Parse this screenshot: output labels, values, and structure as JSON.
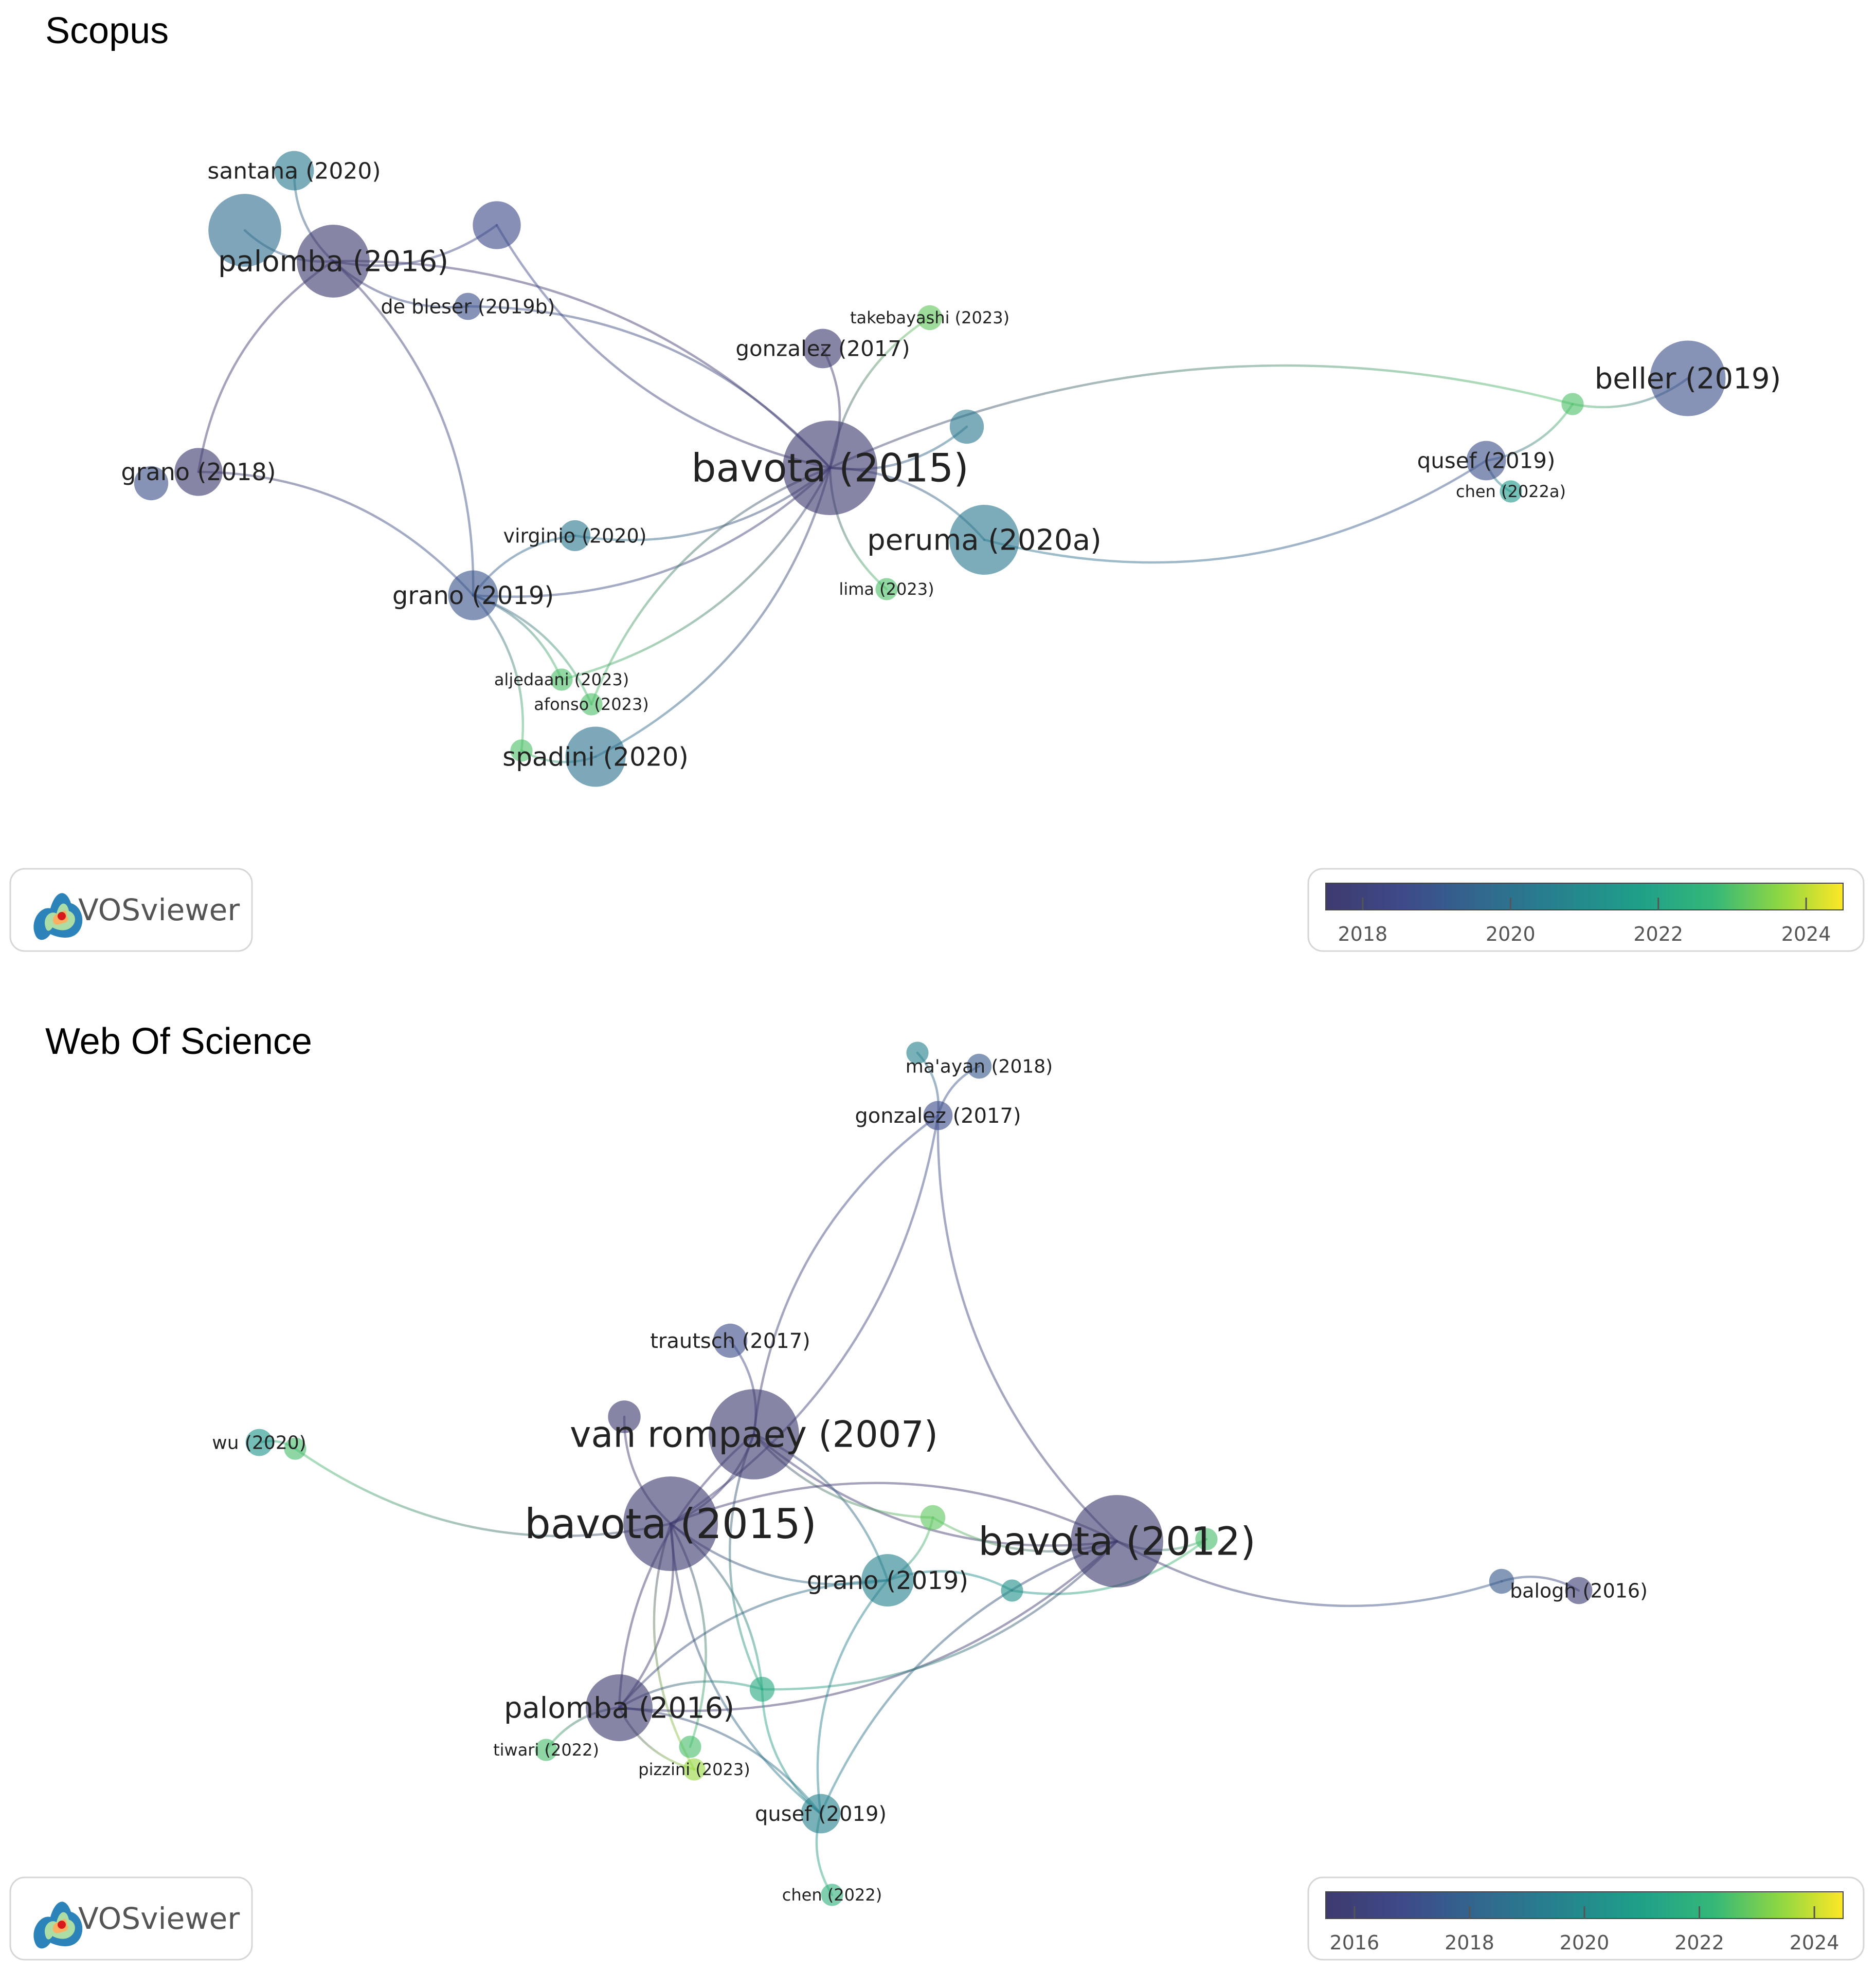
{
  "panels": [
    {
      "title": "Scopus",
      "logo_text": "VOSviewer",
      "colorbar_ticks": [
        "2018",
        "2020",
        "2022",
        "2024"
      ],
      "nodes": [
        {
          "id": "s_santana",
          "label": "santana (2020)",
          "year": 2020.3,
          "weight": 0.12
        },
        {
          "id": "s_palomba16",
          "label": "palomba (2016)",
          "year": 2016.2,
          "weight": 0.55
        },
        {
          "id": "s_deBleser",
          "label": "de bleser (2019b)",
          "year": 2018.8,
          "weight": 0.04
        },
        {
          "id": "s_gonzalez17",
          "label": "gonzalez (2017)",
          "year": 2017.2,
          "weight": 0.12
        },
        {
          "id": "s_takebayashi",
          "label": "takebayashi (2023)",
          "year": 2023.2,
          "weight": 0.03
        },
        {
          "id": "s_beller19",
          "label": "beller (2019)",
          "year": 2018.8,
          "weight": 0.6
        },
        {
          "id": "s_qusef19",
          "label": "qusef (2019)",
          "year": 2018.8,
          "weight": 0.12
        },
        {
          "id": "s_chen22a",
          "label": "chen (2022a)",
          "year": 2021.5,
          "weight": 0.02
        },
        {
          "id": "s_grano18",
          "label": "grano (2018)",
          "year": 2016.5,
          "weight": 0.2
        },
        {
          "id": "s_bavota15",
          "label": "bavota (2015)",
          "year": 2016.0,
          "weight": 1.0
        },
        {
          "id": "s_virginio",
          "label": "virginio (2020)",
          "year": 2020.2,
          "weight": 0.06
        },
        {
          "id": "s_peruma",
          "label": "peruma (2020a)",
          "year": 2020.2,
          "weight": 0.5
        },
        {
          "id": "s_lima",
          "label": "lima (2023)",
          "year": 2023.0,
          "weight": 0.02
        },
        {
          "id": "s_grano19",
          "label": "grano (2019)",
          "year": 2018.9,
          "weight": 0.22
        },
        {
          "id": "s_aljedaani",
          "label": "aljedaani (2023)",
          "year": 2023.0,
          "weight": 0.02
        },
        {
          "id": "s_afonso",
          "label": "afonso (2023)",
          "year": 2023.0,
          "weight": 0.02
        },
        {
          "id": "s_spadini",
          "label": "spadini (2020)",
          "year": 2020.0,
          "weight": 0.35
        },
        {
          "id": "s_u1",
          "label": "",
          "year": 2019.8,
          "weight": 0.55
        },
        {
          "id": "s_u2",
          "label": "",
          "year": 2018.6,
          "weight": 0.2
        },
        {
          "id": "s_u3",
          "label": "",
          "year": 2020.2,
          "weight": 0.08
        },
        {
          "id": "s_u4",
          "label": "",
          "year": 2018.8,
          "weight": 0.08
        },
        {
          "id": "s_u5",
          "label": "",
          "year": 2023.0,
          "weight": 0.02
        },
        {
          "id": "s_u6",
          "label": "",
          "year": 2023.0,
          "weight": 0.02
        }
      ],
      "links": [
        [
          "s_santana",
          "s_palomba16"
        ],
        [
          "s_palomba16",
          "s_u1"
        ],
        [
          "s_palomba16",
          "s_u2"
        ],
        [
          "s_palomba16",
          "s_bavota15"
        ],
        [
          "s_palomba16",
          "s_grano18"
        ],
        [
          "s_palomba16",
          "s_grano19"
        ],
        [
          "s_palomba16",
          "s_deBleser"
        ],
        [
          "s_deBleser",
          "s_bavota15"
        ],
        [
          "s_u2",
          "s_bavota15"
        ],
        [
          "s_gonzalez17",
          "s_bavota15"
        ],
        [
          "s_takebayashi",
          "s_bavota15"
        ],
        [
          "s_bavota15",
          "s_u5"
        ],
        [
          "s_u5",
          "s_beller19"
        ],
        [
          "s_u5",
          "s_qusef19"
        ],
        [
          "s_qusef19",
          "s_chen22a"
        ],
        [
          "s_qusef19",
          "s_peruma"
        ],
        [
          "s_bavota15",
          "s_u3"
        ],
        [
          "s_bavota15",
          "s_peruma"
        ],
        [
          "s_bavota15",
          "s_lima"
        ],
        [
          "s_grano18",
          "s_grano19"
        ],
        [
          "s_grano19",
          "s_bavota15"
        ],
        [
          "s_grano19",
          "s_virginio"
        ],
        [
          "s_virginio",
          "s_bavota15"
        ],
        [
          "s_grano19",
          "s_aljedaani"
        ],
        [
          "s_aljedaani",
          "s_bavota15"
        ],
        [
          "s_afonso",
          "s_bavota15"
        ],
        [
          "s_spadini",
          "s_bavota15"
        ],
        [
          "s_grano19",
          "s_u6"
        ],
        [
          "s_u6",
          "s_spadini"
        ],
        [
          "s_grano19",
          "s_afonso"
        ]
      ]
    },
    {
      "title": "Web Of Science",
      "logo_text": "VOSviewer",
      "colorbar_ticks": [
        "2016",
        "2018",
        "2020",
        "2022",
        "2024"
      ],
      "nodes": [
        {
          "id": "w_mayan",
          "label": "ma'ayan (2018)",
          "year": 2017.5,
          "weight": 0.03
        },
        {
          "id": "w_gonzalez17",
          "label": "gonzalez (2017)",
          "year": 2017.0,
          "weight": 0.05
        },
        {
          "id": "w_trautsch",
          "label": "trautsch (2017)",
          "year": 2017.0,
          "weight": 0.08
        },
        {
          "id": "w_vanRompaey",
          "label": "van rompaey (2007)",
          "year": 2015.0,
          "weight": 0.9
        },
        {
          "id": "w_wu20",
          "label": "wu (2020)",
          "year": 2020.5,
          "weight": 0.04
        },
        {
          "id": "w_bavota15",
          "label": "bavota (2015)",
          "year": 2015.0,
          "weight": 1.0
        },
        {
          "id": "w_bavota12",
          "label": "bavota (2012)",
          "year": 2015.0,
          "weight": 0.95
        },
        {
          "id": "w_grano19",
          "label": "grano (2019)",
          "year": 2019.5,
          "weight": 0.25
        },
        {
          "id": "w_balogh",
          "label": "balogh (2016)",
          "year": 2015.8,
          "weight": 0.04
        },
        {
          "id": "w_palomba16",
          "label": "palomba (2016)",
          "year": 2015.2,
          "weight": 0.45
        },
        {
          "id": "w_tiwari",
          "label": "tiwari (2022)",
          "year": 2022.5,
          "weight": 0.02
        },
        {
          "id": "w_pizzini",
          "label": "pizzini (2023)",
          "year": 2023.5,
          "weight": 0.02
        },
        {
          "id": "w_qusef19",
          "label": "qusef (2019)",
          "year": 2019.5,
          "weight": 0.12
        },
        {
          "id": "w_chen22",
          "label": "chen (2022)",
          "year": 2022.0,
          "weight": 0.02
        },
        {
          "id": "w_u1",
          "label": "",
          "year": 2015.2,
          "weight": 0.07
        },
        {
          "id": "w_u2",
          "label": "",
          "year": 2022.8,
          "weight": 0.03
        },
        {
          "id": "w_u3",
          "label": "",
          "year": 2021.5,
          "weight": 0.03
        },
        {
          "id": "w_u4",
          "label": "",
          "year": 2017.5,
          "weight": 0.03
        },
        {
          "id": "w_u5",
          "label": "",
          "year": 2019.5,
          "weight": 0.02
        },
        {
          "id": "w_u6",
          "label": "",
          "year": 2020.3,
          "weight": 0.02
        },
        {
          "id": "w_u7",
          "label": "",
          "year": 2022.5,
          "weight": 0.02
        },
        {
          "id": "w_u8",
          "label": "",
          "year": 2022.5,
          "weight": 0.02
        },
        {
          "id": "w_u9",
          "label": "",
          "year": 2022.5,
          "weight": 0.02
        }
      ],
      "links": [
        [
          "w_mayan",
          "w_gonzalez17"
        ],
        [
          "w_u5",
          "w_gonzalez17"
        ],
        [
          "w_gonzalez17",
          "w_vanRompaey"
        ],
        [
          "w_gonzalez17",
          "w_bavota15"
        ],
        [
          "w_gonzalez17",
          "w_bavota12"
        ],
        [
          "w_trautsch",
          "w_vanRompaey"
        ],
        [
          "w_u1",
          "w_bavota15"
        ],
        [
          "w_vanRompaey",
          "w_bavota15"
        ],
        [
          "w_vanRompaey",
          "w_bavota12"
        ],
        [
          "w_vanRompaey",
          "w_grano19"
        ],
        [
          "w_vanRompaey",
          "w_u2"
        ],
        [
          "w_wu20",
          "w_u7"
        ],
        [
          "w_u7",
          "w_bavota15"
        ],
        [
          "w_bavota15",
          "w_bavota12"
        ],
        [
          "w_bavota15",
          "w_grano19"
        ],
        [
          "w_bavota15",
          "w_palomba16"
        ],
        [
          "w_bavota15",
          "w_qusef19"
        ],
        [
          "w_bavota15",
          "w_u3"
        ],
        [
          "w_bavota15",
          "w_pizzini"
        ],
        [
          "w_bavota15",
          "w_u9"
        ],
        [
          "w_u2",
          "w_bavota12"
        ],
        [
          "w_u2",
          "w_grano19"
        ],
        [
          "w_bavota12",
          "w_u8"
        ],
        [
          "w_u8",
          "w_u6"
        ],
        [
          "w_bavota12",
          "w_u4"
        ],
        [
          "w_u4",
          "w_balogh"
        ],
        [
          "w_u6",
          "w_grano19"
        ],
        [
          "w_bavota12",
          "w_palomba16"
        ],
        [
          "w_bavota12",
          "w_qusef19"
        ],
        [
          "w_bavota12",
          "w_u3"
        ],
        [
          "w_palomba16",
          "w_tiwari"
        ],
        [
          "w_palomba16",
          "w_u3"
        ],
        [
          "w_palomba16",
          "w_pizzini"
        ],
        [
          "w_palomba16",
          "w_grano19"
        ],
        [
          "w_u3",
          "w_qusef19"
        ],
        [
          "w_u3",
          "w_vanRompaey"
        ],
        [
          "w_qusef19",
          "w_chen22"
        ],
        [
          "w_palomba16",
          "w_qusef19"
        ],
        [
          "w_grano19",
          "w_qusef19"
        ],
        [
          "w_palomba16",
          "w_vanRompaey"
        ]
      ]
    }
  ]
}
